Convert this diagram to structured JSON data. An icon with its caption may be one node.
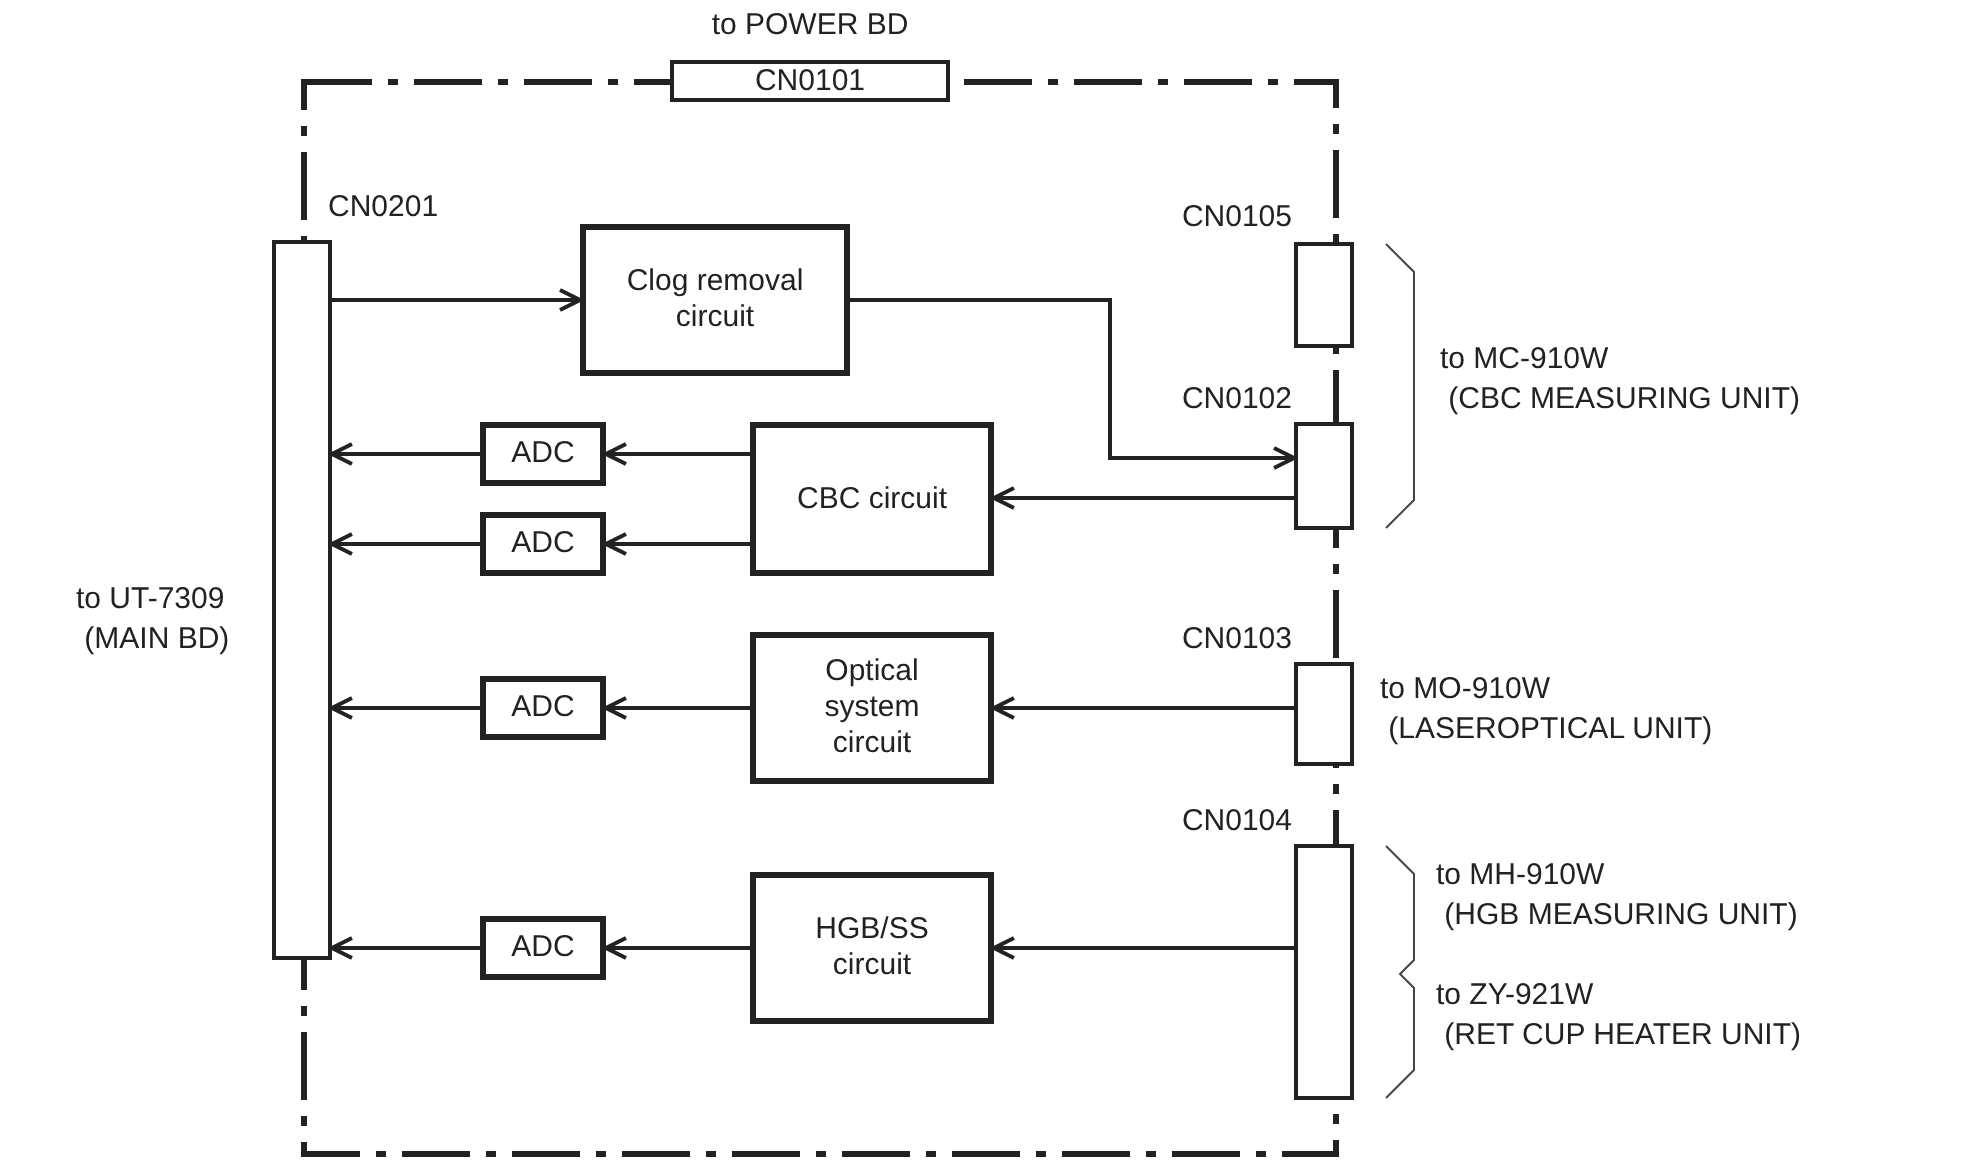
{
  "diagram": {
    "nodes": [
      {
        "text": [
          "CN0101"
        ],
        "beside": [
          "to POWER BD"
        ]
      },
      {
        "text": [
          "CN0201"
        ],
        "beside": [
          "to UT-7309 (MAIN BD)"
        ]
      },
      {
        "text": [
          "Clog removal circuit"
        ]
      },
      {
        "text": [
          "CN0105"
        ]
      },
      {
        "text": [
          "ADC"
        ]
      },
      {
        "text": [
          "CBC circuit"
        ]
      },
      {
        "text": [
          "CN0102"
        ]
      },
      {
        "text": [
          "ADC"
        ]
      },
      {
        "text": [
          "CN0103"
        ],
        "beside": [
          "to MO-910W (LASEROPTICAL UNIT)"
        ]
      },
      {
        "text": [
          "ADC"
        ]
      },
      {
        "text": [
          "Optical system circuit"
        ]
      },
      {
        "text": [
          "CN0104"
        ],
        "beside": [
          "to MH-910W (HGB MEASURING UNIT)",
          "to ZY-921W (RET CUP HEATER UNIT)"
        ]
      },
      {
        "text": [
          "ADC"
        ]
      },
      {
        "text": [
          "HGB/SS circuit"
        ]
      }
    ],
    "edges": [
      {
        "from": 1,
        "to": 2,
        "arrow": "to"
      },
      {
        "from": 2,
        "to": 6,
        "arrow": "to"
      },
      {
        "from": 6,
        "to": 5,
        "arrow": "to"
      },
      {
        "from": 5,
        "to": 4,
        "arrow": "to"
      },
      {
        "from": 4,
        "to": 1,
        "arrow": "to"
      },
      {
        "from": 5,
        "to": 7,
        "arrow": "to"
      },
      {
        "from": 7,
        "to": 1,
        "arrow": "to"
      },
      {
        "from": 8,
        "to": 10,
        "arrow": "to"
      },
      {
        "from": 10,
        "to": 9,
        "arrow": "to"
      },
      {
        "from": 9,
        "to": 1,
        "arrow": "to"
      },
      {
        "from": 11,
        "to": 13,
        "arrow": "to"
      },
      {
        "from": 13,
        "to": 12,
        "arrow": "to"
      },
      {
        "from": 12,
        "to": 1,
        "arrow": "to"
      }
    ],
    "labels": [
      "to MC-910W (CBC MEASURING UNIT)"
    ]
  }
}
